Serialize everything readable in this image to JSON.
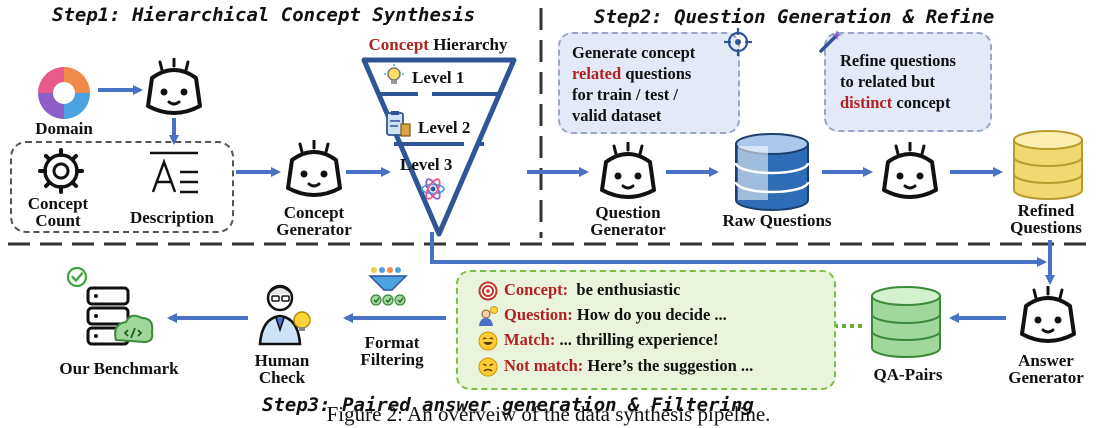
{
  "steps": {
    "step1": "Step1: Hierarchical Concept Synthesis",
    "step2": "Step2: Question Generation & Refine",
    "step3": "Step3: Paired answer generation & Filtering"
  },
  "step1": {
    "domain": "Domain",
    "concept_count_line1": "Concept",
    "concept_count_line2": "Count",
    "description": "Description",
    "concept_generator_line1": "Concept",
    "concept_generator_line2": "Generator",
    "hierarchy_title_red": "Concept",
    "hierarchy_title_rest": " Hierarchy",
    "level1": "Level 1",
    "level2": "Level 2",
    "level3": "Level 3"
  },
  "step2": {
    "box1_l1": "Generate concept",
    "box1_red": "related",
    "box1_l2_rest": " questions",
    "box1_l3": "for train / test /",
    "box1_l4": "valid dataset",
    "box2_l1": "Refine questions",
    "box2_l2": "to related but",
    "box2_red": "distinct",
    "box2_l3_rest": " concept",
    "question_generator_line1": "Question",
    "question_generator_line2": "Generator",
    "raw_questions": "Raw Questions",
    "refined_line1": "Refined",
    "refined_line2": "Questions"
  },
  "step3": {
    "benchmark": "Our Benchmark",
    "human_line1": "Human",
    "human_line2": "Check",
    "format_line1": "Format",
    "format_line2": "Filtering",
    "concept_key": "Concept:",
    "concept_val": "be enthusiastic",
    "question_key": "Question:",
    "question_val": "How do you decide ...",
    "match_key": "Match:",
    "match_val": "... thrilling experience!",
    "notmatch_key": "Not match:",
    "notmatch_val": "Here’s the suggestion ...",
    "qa_pairs": "QA-Pairs",
    "answer_generator_line1": "Answer",
    "answer_generator_line2": "Generator"
  },
  "caption": "Figure 2: An overveiw of the data synthesis pipeline.",
  "colors": {
    "arrow": "#4a72c4",
    "red_text": "#b22222",
    "blue_box": "#e3e9f6",
    "green_box": "#eaf4dd",
    "funnel": "#2f5597",
    "db_blue": "#2e6db5",
    "db_yellow": "#f2d870",
    "db_green": "#9fd89a"
  }
}
